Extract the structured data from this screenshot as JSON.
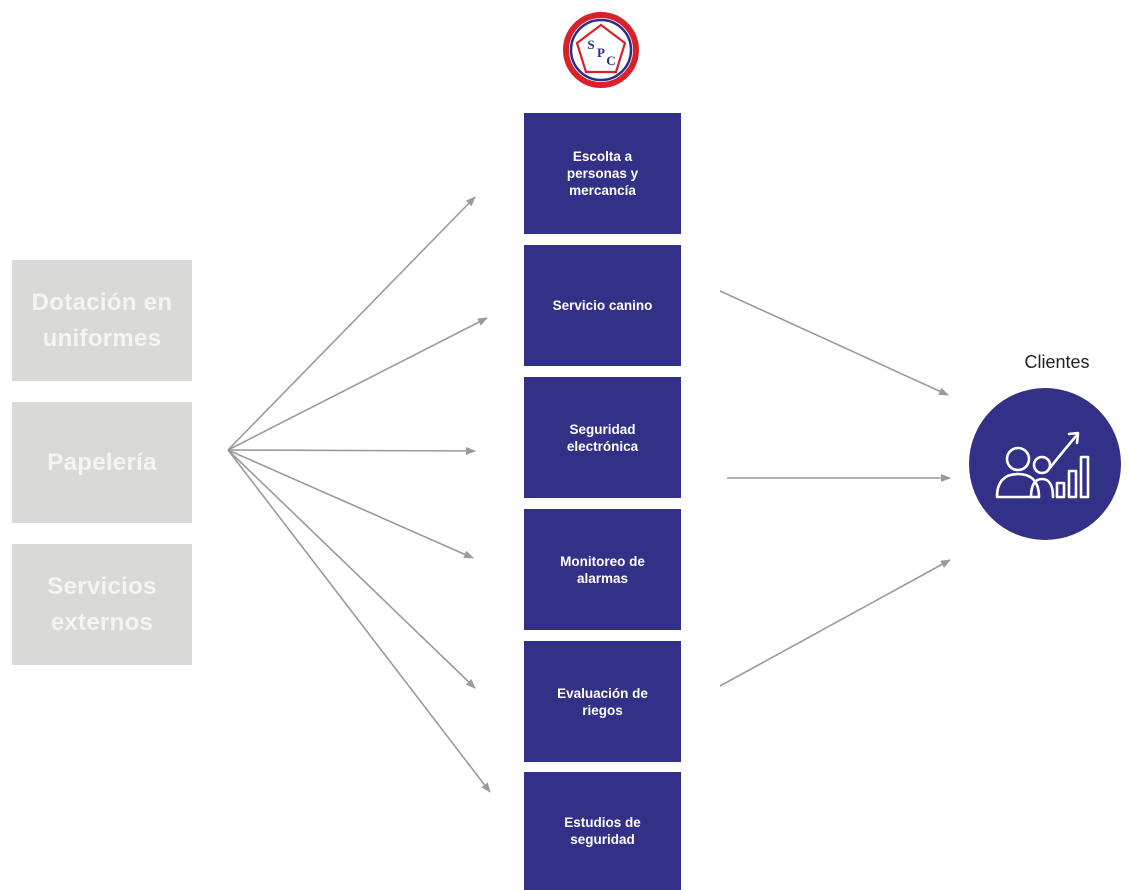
{
  "logo": {
    "letters": [
      "S",
      "P",
      "C"
    ]
  },
  "inputs": [
    {
      "label": "Dotación en\nuniformes"
    },
    {
      "label": "Papelería"
    },
    {
      "label": "Servicios\nexternos"
    }
  ],
  "services": [
    {
      "label": "Escolta a\npersonas y\nmercancía"
    },
    {
      "label": "Servicio canino"
    },
    {
      "label": "Seguridad\nelectrónica"
    },
    {
      "label": "Monitoreo de\nalarmas"
    },
    {
      "label": "Evaluación de\nriegos"
    },
    {
      "label": "Estudios de\nseguridad"
    }
  ],
  "clients": {
    "label": "Clientes",
    "icon": "clients-growth-icon"
  },
  "colors": {
    "service_fill": "#333087",
    "input_fill": "#d9d9d7",
    "arrow": "#9a9a9a",
    "logo_red": "#d8222a",
    "logo_blue": "#2a2f8a"
  }
}
